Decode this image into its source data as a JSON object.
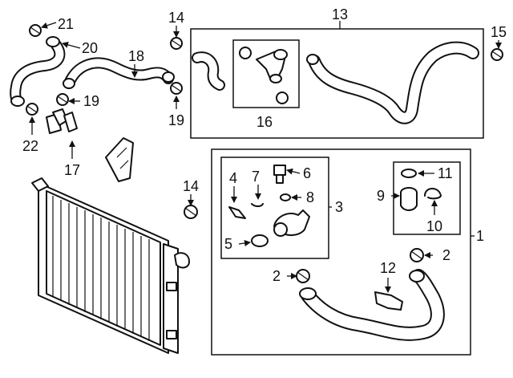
{
  "callouts": {
    "n1": "1",
    "n2a": "2",
    "n2b": "2",
    "n3": "3",
    "n4": "4",
    "n5": "5",
    "n6": "6",
    "n7": "7",
    "n8": "8",
    "n9": "9",
    "n10": "10",
    "n11": "11",
    "n12": "12",
    "n13": "13",
    "n14a": "14",
    "n14b": "14",
    "n15": "15",
    "n16": "16",
    "n17": "17",
    "n18": "18",
    "n19a": "19",
    "n19b": "19",
    "n20": "20",
    "n21": "21",
    "n22": "22"
  },
  "colors": {
    "line": "#111111",
    "background": "#ffffff"
  }
}
